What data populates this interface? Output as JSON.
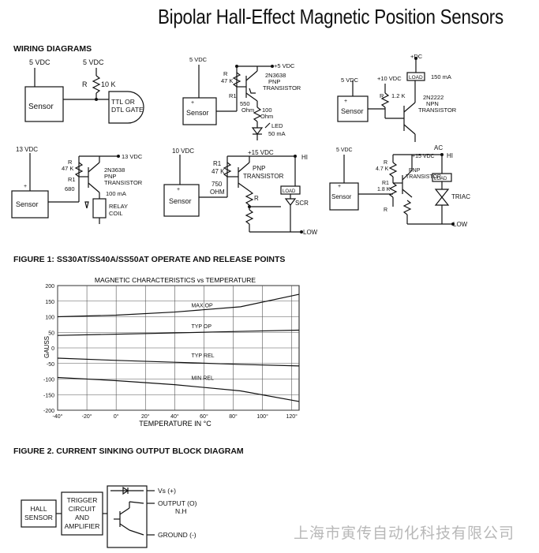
{
  "title": "Bipolar Hall-Effect Magnetic Position Sensors",
  "wiring_heading": "WIRING DIAGRAMS",
  "figure1_heading": "FIGURE 1:  SS30AT/SS40A/SS50AT OPERATE AND RELEASE POINTS",
  "figure2_heading": "FIGURE 2.  CURRENT SINKING OUTPUT BLOCK DIAGRAM",
  "watermark": "上海市寅传自动化科技有限公司",
  "colors": {
    "ink": "#111111",
    "watermark": "#b8b8b8",
    "grid": "#555555"
  },
  "diagrams": {
    "d1": {
      "v1": "5 VDC",
      "v2": "5 VDC",
      "r_label": "R",
      "r_value": "10 K",
      "sensor": "Sensor",
      "gate1": "TTL OR",
      "gate2": "DTL GATE"
    },
    "d2": {
      "vdc": "5 VDC",
      "plus": "+5 VDC",
      "r_label": "R",
      "r_value": "47 K",
      "t1": "2N3638",
      "t2": "PNP",
      "t3": "TRANSISTOR",
      "r1": "R1",
      "r1v": "550",
      "r1u": "Ohm",
      "r2v": "100",
      "r2u": "Ohm",
      "led": "LED",
      "ma": "50 mA",
      "sensor": "Sensor",
      "pin": "+"
    },
    "d3": {
      "dc": "+DC",
      "load": "LOAD",
      "ma": "150 mA",
      "v10": "+10 VDC",
      "vdc": "5 VDC",
      "r_label": "R",
      "r_value": "1.2 K",
      "t1": "2N2222",
      "t2": "NPN",
      "t3": "TRANSISTOR",
      "sensor": "Sensor",
      "pin": "+"
    },
    "d4": {
      "vdc": "13 VDC",
      "v13": "13 VDC",
      "r_label": "R",
      "r_value": "47 K",
      "r1": "R1",
      "r1v": "680",
      "t1": "2N3638",
      "t2": "PNP",
      "t3": "TRANSISTOR",
      "ma": "100 mA",
      "relay1": "RELAY",
      "relay2": "COIL",
      "sensor": "Sensor",
      "pin": "+"
    },
    "d5": {
      "vdc": "10 VDC",
      "v15": "+15 VDC",
      "hi": "HI",
      "r1": "R1",
      "r1v": "47 K",
      "r750": "750",
      "ohm": "OHM",
      "r_label": "R",
      "t1": "PNP",
      "t2": "TRANSISTOR",
      "load": "LOAD",
      "scr": "SCR",
      "low": "LOW",
      "sensor": "Sensor",
      "pin": "+"
    },
    "d6": {
      "vdc": "5 VDC",
      "ac": "AC",
      "hi": "HI",
      "v15": "+15 VDC",
      "r_label": "R",
      "r_value": "4.7 K",
      "r1": "R1",
      "r1v": "1.8 K",
      "t1": "PNP",
      "t2": "TRANSISTOR",
      "load": "LOAD",
      "triac": "TRIAC",
      "low": "LOW",
      "sensor": "Sensor",
      "pin": "+"
    }
  },
  "block": {
    "hall1": "HALL",
    "hall2": "SENSOR",
    "trig1": "TRIGGER",
    "trig2": "CIRCUIT",
    "trig3": "AND",
    "trig4": "AMPLIFIER",
    "vs": "Vs (+)",
    "out1": "OUTPUT (O)",
    "out2": "N.H",
    "gnd": "GROUND (-)"
  },
  "chart_data": {
    "type": "line",
    "title": "MAGNETIC CHARACTERISTICS vs TEMPERATURE",
    "xlabel": "TEMPERATURE IN °C",
    "ylabel": "GAUSS",
    "xlim": [
      -40,
      125
    ],
    "ylim": [
      -200,
      200
    ],
    "xticks": [
      -40,
      -20,
      0,
      20,
      40,
      60,
      80,
      100,
      120
    ],
    "xtick_labels": [
      "-40°",
      "-20°",
      "0°",
      "20°",
      "40°",
      "60°",
      "80°",
      "100°",
      "120°"
    ],
    "yticks": [
      200,
      150,
      100,
      50,
      0,
      -50,
      -100,
      -150,
      -200
    ],
    "grid": true,
    "series": [
      {
        "name": "MAX OP",
        "x": [
          -40,
          0,
          40,
          85,
          125
        ],
        "y": [
          100,
          105,
          115,
          132,
          172
        ]
      },
      {
        "name": "TYP OP",
        "x": [
          -40,
          0,
          40,
          85,
          125
        ],
        "y": [
          40,
          44,
          48,
          53,
          57
        ]
      },
      {
        "name": "TYP REL",
        "x": [
          -40,
          0,
          40,
          85,
          125
        ],
        "y": [
          -33,
          -40,
          -46,
          -53,
          -58
        ]
      },
      {
        "name": "MIN REL",
        "x": [
          -40,
          0,
          40,
          85,
          125
        ],
        "y": [
          -95,
          -105,
          -118,
          -138,
          -172
        ]
      }
    ]
  }
}
